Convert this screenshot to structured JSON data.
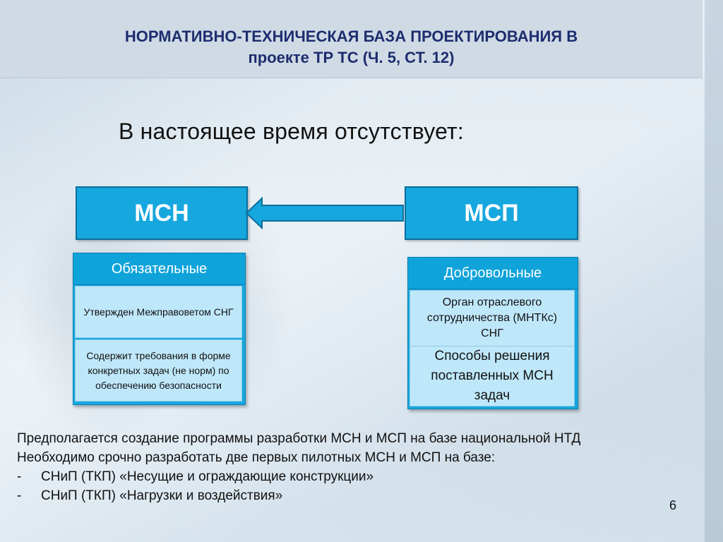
{
  "header": {
    "title_line1": "НОРМАТИВНО-ТЕХНИЧЕСКАЯ БАЗА ПРОЕКТИРОВАНИЯ В",
    "title_line2": "проекте ТР ТС (Ч. 5, СТ. 12)"
  },
  "subtitle": "В настоящее время отсутствует:",
  "diagram": {
    "left": {
      "title": "МСН",
      "header": "Обязательные",
      "cell1": "Утвержден Межправоветом СНГ",
      "cell2": "Содержит требования в форме конкретных задач (не норм) по обеспечению безопасности"
    },
    "right": {
      "title": "МСП",
      "header": "Добровольные",
      "cell1": "Орган отраслевого сотрудничества (МНТКс) СНГ",
      "cell2": "Способы решения поставленных МСН задач"
    }
  },
  "notes": {
    "line1": "Предполагается создание программы разработки МСН и МСП на базе национальной НТД",
    "line2": "Необходимо срочно разработать две первых пилотных МСН и МСП на базе:",
    "bullets": [
      {
        "dash": "-",
        "text": "СНиП (ТКП) «Несущие и ограждающие конструкции»"
      },
      {
        "dash": "-",
        "text": "СНиП (ТКП) «Нагрузки и воздействия»"
      }
    ]
  },
  "page_number": "6",
  "colors": {
    "accent": "#16a7df",
    "cell_fill": "#bfe7fa",
    "title_color": "#1d2d6e"
  }
}
